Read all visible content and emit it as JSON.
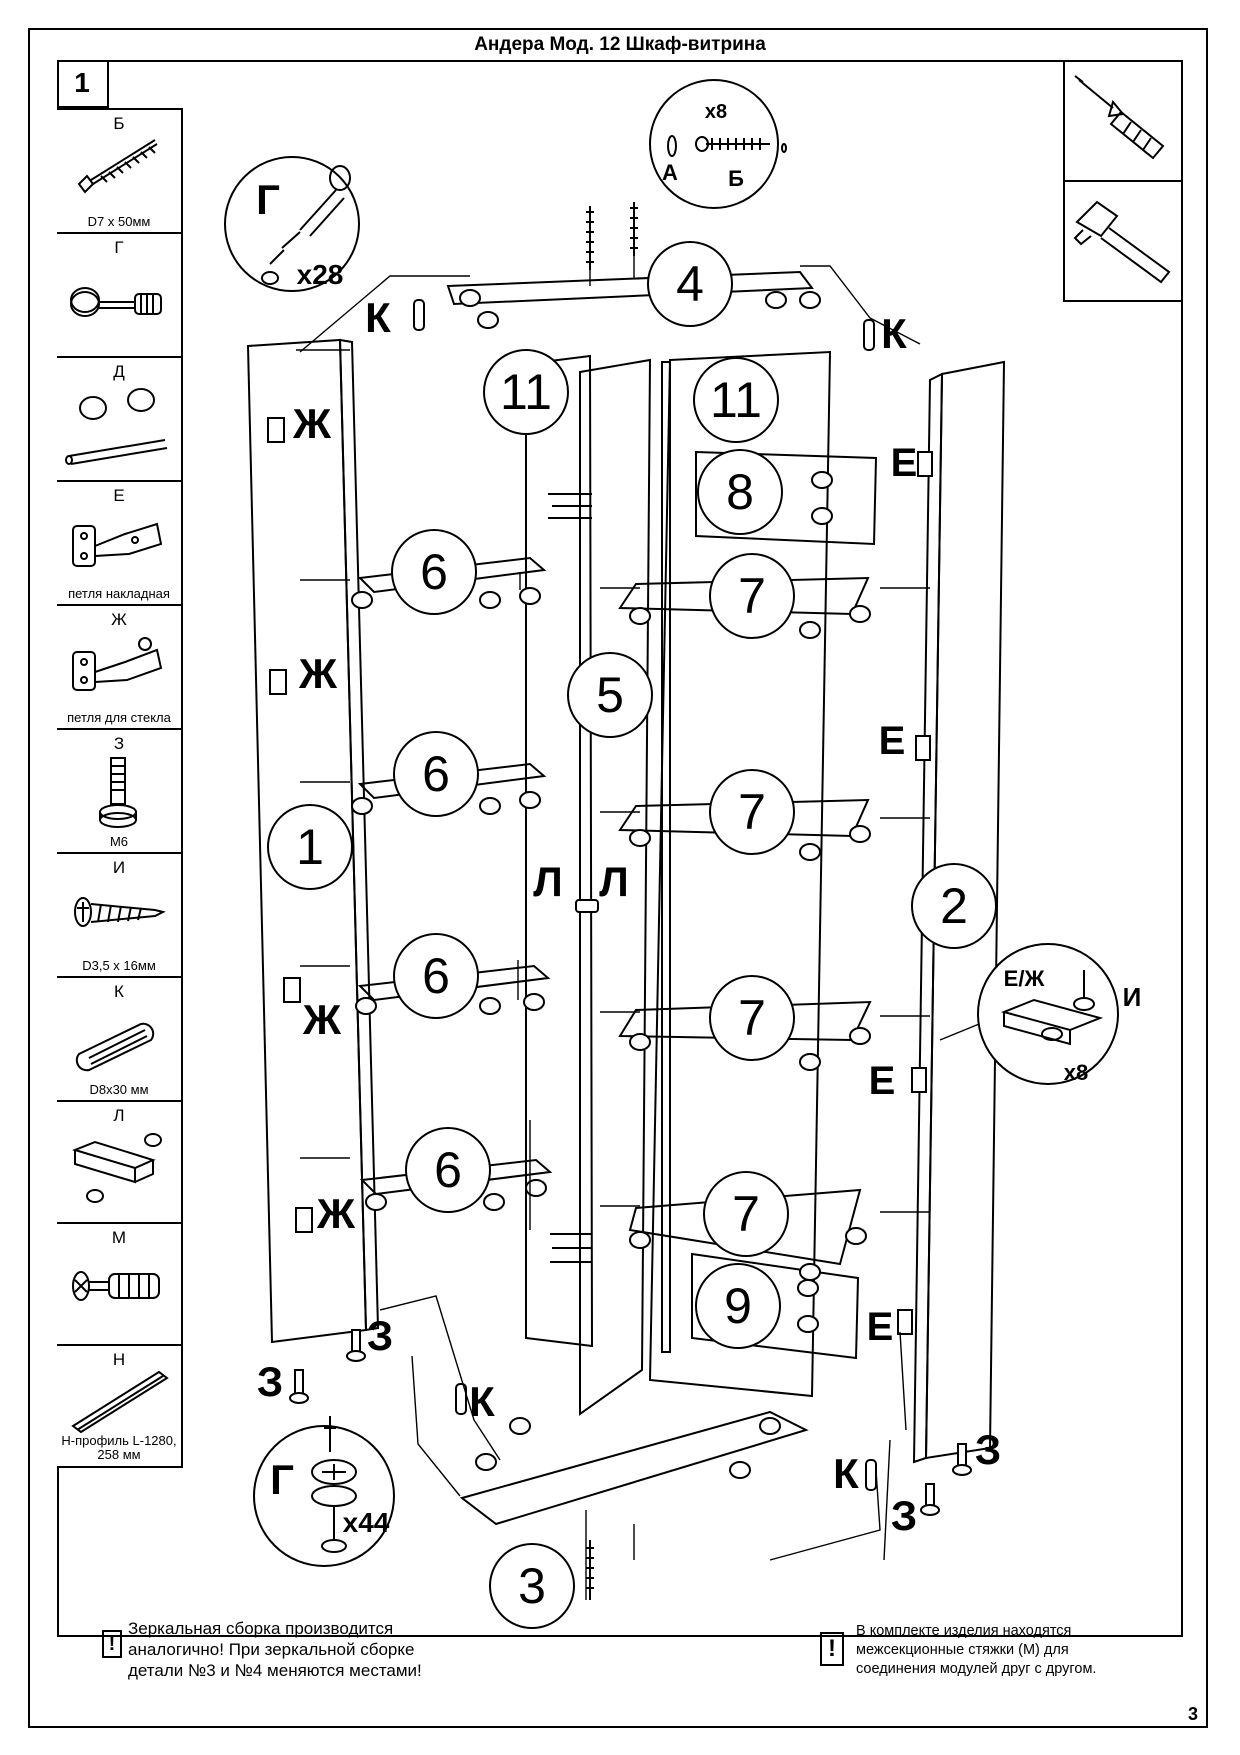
{
  "title": "Андера Мод. 12 Шкаф-витрина",
  "step_number": "1",
  "page_number": "3",
  "parts": [
    {
      "letter": "Б",
      "caption": "D7 x 50мм",
      "icon": "confirmat-screw-icon"
    },
    {
      "letter": "Г",
      "caption": "",
      "icon": "cam-connector-icon"
    },
    {
      "letter": "Д",
      "caption": "",
      "icon": "double-cam-connector-icon"
    },
    {
      "letter": "Е",
      "caption": "петля накладная",
      "icon": "overlay-hinge-icon"
    },
    {
      "letter": "Ж",
      "caption": "петля для стекла",
      "icon": "glass-hinge-icon"
    },
    {
      "letter": "З",
      "caption": "М6",
      "icon": "leveling-foot-icon"
    },
    {
      "letter": "И",
      "caption": "D3,5 x 16мм",
      "icon": "wood-screw-icon"
    },
    {
      "letter": "К",
      "caption": "D8x30 мм",
      "icon": "wooden-dowel-icon"
    },
    {
      "letter": "Л",
      "caption": "",
      "icon": "magnetic-latch-icon"
    },
    {
      "letter": "М",
      "caption": "",
      "icon": "section-connector-icon"
    },
    {
      "letter": "Н",
      "caption": "Н-профиль L-1280, 258 мм",
      "icon": "h-profile-icon"
    }
  ],
  "tools": [
    "screwdriver-icon",
    "hammer-icon"
  ],
  "callouts": {
    "top": {
      "qty": "x8",
      "a": "А",
      "b": "Б"
    },
    "cam_top": {
      "letter": "Г",
      "qty": "x28"
    },
    "cam_bottom": {
      "letter": "Г",
      "qty": "x44"
    },
    "hinge": {
      "letter": "Е/Ж",
      "screw": "И",
      "qty": "x8"
    }
  },
  "panel_numbers": [
    "1",
    "2",
    "3",
    "4",
    "5",
    "6",
    "6",
    "6",
    "6",
    "7",
    "7",
    "7",
    "7",
    "8",
    "9",
    "11",
    "11"
  ],
  "part_letters": {
    "dowel": "К",
    "overlay_hinge": "Е",
    "glass_hinge": "Ж",
    "latch": "Л",
    "foot": "З"
  },
  "notes": {
    "left": [
      "Зеркальная сборка производится",
      "аналогично! При зеркальной сборке",
      "детали №3 и №4 меняются местами!"
    ],
    "right": [
      "В комплекте изделия находятся",
      "межсекционные стяжки (М) для",
      "соединения модулей друг с другом."
    ],
    "mark": "!"
  }
}
